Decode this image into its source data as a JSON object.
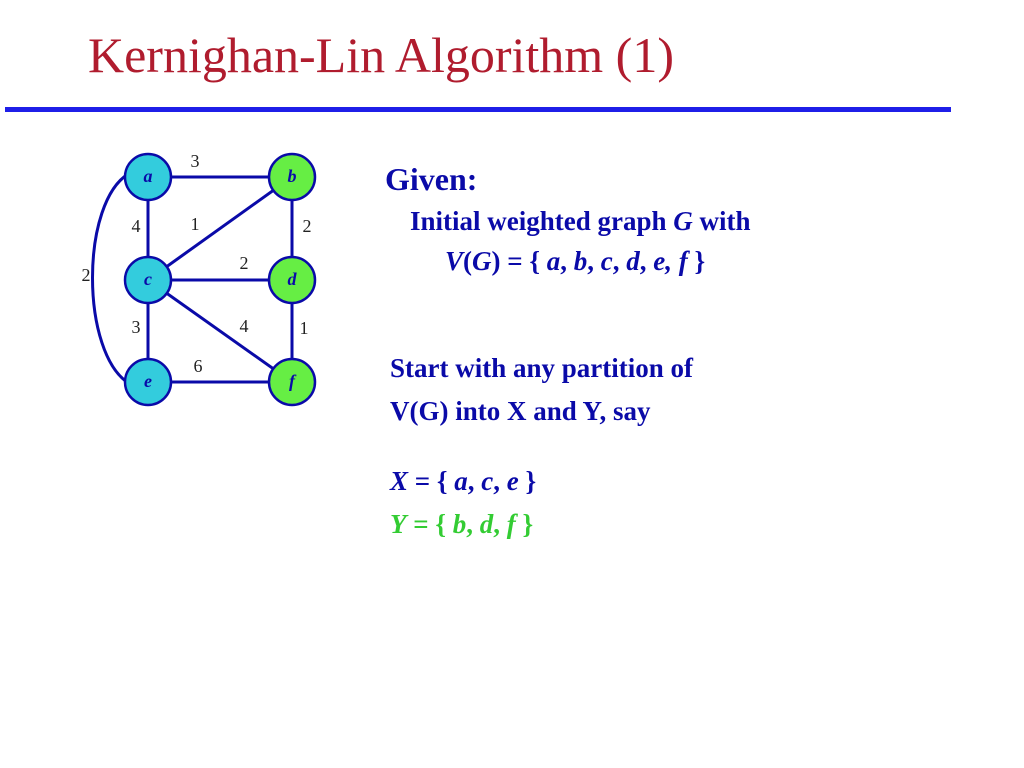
{
  "slide": {
    "title": "Kernighan-Lin Algorithm (1)",
    "colors": {
      "title": "#b01c2e",
      "rule": "#1f1fe8",
      "text": "#0a0aa8",
      "set_y": "#33cc33"
    }
  },
  "graph": {
    "colors": {
      "partition_x": "#33ccdd",
      "partition_y": "#66ee44",
      "edge": "#0a0aa8",
      "node_label": "#0a0aa8",
      "weight": "#222222"
    },
    "nodes": [
      {
        "id": "a",
        "label": "a",
        "group": "X"
      },
      {
        "id": "b",
        "label": "b",
        "group": "Y"
      },
      {
        "id": "c",
        "label": "c",
        "group": "X"
      },
      {
        "id": "d",
        "label": "d",
        "group": "Y"
      },
      {
        "id": "e",
        "label": "e",
        "group": "X"
      },
      {
        "id": "f",
        "label": "f",
        "group": "Y"
      }
    ],
    "edges": [
      {
        "from": "a",
        "to": "b",
        "weight": "3"
      },
      {
        "from": "a",
        "to": "c",
        "weight": "4"
      },
      {
        "from": "b",
        "to": "c",
        "weight": "1"
      },
      {
        "from": "b",
        "to": "d",
        "weight": "2"
      },
      {
        "from": "c",
        "to": "d",
        "weight": "2"
      },
      {
        "from": "c",
        "to": "e",
        "weight": "3"
      },
      {
        "from": "c",
        "to": "f",
        "weight": "4"
      },
      {
        "from": "d",
        "to": "f",
        "weight": "1"
      },
      {
        "from": "e",
        "to": "f",
        "weight": "6"
      },
      {
        "from": "a",
        "to": "e",
        "weight": "2"
      }
    ]
  },
  "given": {
    "heading": "Given:",
    "line1_text": "Initial weighted graph ",
    "line1_var": "G",
    "line1_tail": " with",
    "line2": {
      "v": "V",
      "open": "(",
      "g": "G",
      "close_eq": ") = { ",
      "a": "a",
      "sep1": ", ",
      "b": "b",
      "sep2": ", ",
      "c": "c",
      "sep3": ", ",
      "d": "d",
      "sep4": ", ",
      "ef": "e, f",
      "end": " }"
    }
  },
  "partition": {
    "line1": "Start with any partition of",
    "line2": "V(G) into X and Y, say"
  },
  "sets": {
    "x": {
      "name": "X",
      "eq": " = { ",
      "m1": "a",
      "s1": ", ",
      "m2": "c",
      "s2": ", ",
      "m3": "e",
      "end": " }"
    },
    "y": {
      "name": "Y",
      "eq": " = { ",
      "m1": "b",
      "s1": ", ",
      "m2": "d",
      "s2": ", ",
      "m3": "f",
      "end": " }"
    }
  }
}
